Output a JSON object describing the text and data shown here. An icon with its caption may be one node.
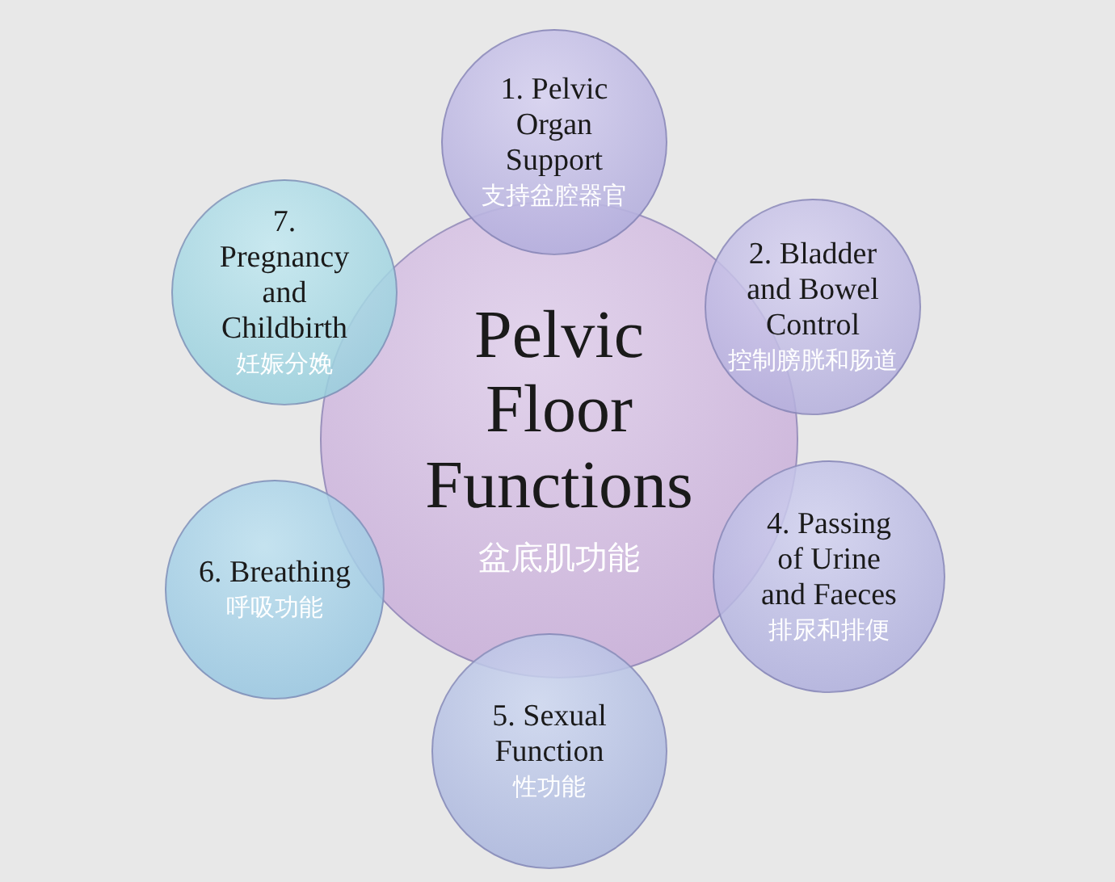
{
  "diagram": {
    "nodes": [
      {
        "text": [
          "Pelvic Floor Functions",
          "盆底肌功能"
        ]
      },
      {
        "text": [
          "1. Pelvic Organ Support",
          "支持盆腔器官"
        ]
      },
      {
        "text": [
          "2. Bladder and Bowel Control",
          "控制膀胱和肠道"
        ]
      },
      {
        "text": [
          "4. Passing of Urine and Faeces",
          "排尿和排便"
        ]
      },
      {
        "text": [
          "5. Sexual Function",
          "性功能"
        ]
      },
      {
        "text": [
          "6. Breathing",
          "呼吸功能"
        ]
      },
      {
        "text": [
          "7. Pregnancy and Childbirth",
          "妊娠分娩"
        ]
      }
    ]
  }
}
